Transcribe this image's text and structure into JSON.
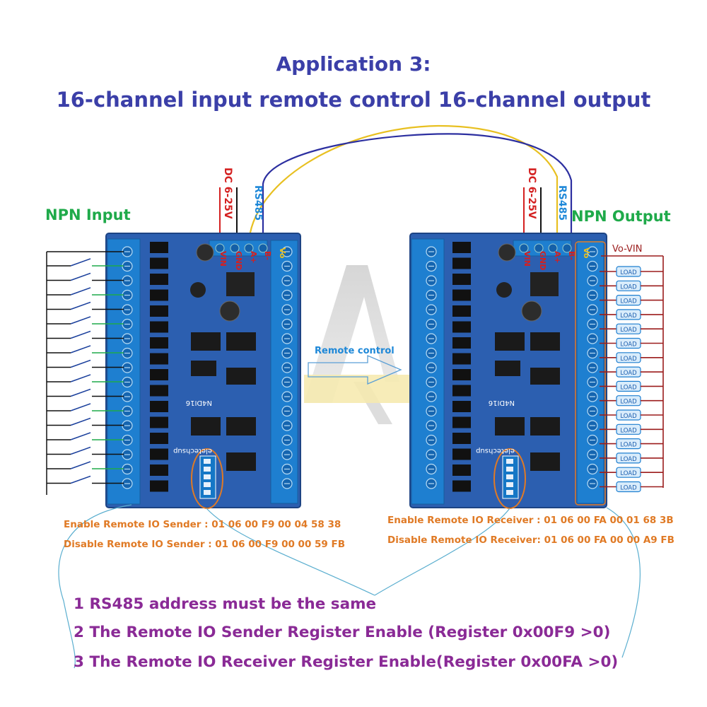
{
  "title": {
    "line1": "Application 3:",
    "line2": "16-channel input remote control 16-channel output"
  },
  "labels": {
    "npn_input": "NPN Input",
    "npn_output": "NPN Output",
    "remote_control": "Remote control",
    "dc_supply": "DC 6-25V",
    "rs485": "RS485",
    "vin": "VIN",
    "gnd": "GND",
    "a_plus": "A+",
    "b_minus": "B-",
    "vo": "Vo",
    "vo_vin": "Vo-VIN",
    "load": "LOAD",
    "board_model": "N4DI16",
    "brand": "eletechsup"
  },
  "sender_cmds": {
    "enable": "Enable Remote IO Sender  : 01 06 00 F9 00 04 58 38",
    "disable": "Disable Remote IO Sender : 01 06 00 F9 00 00 59 FB"
  },
  "receiver_cmds": {
    "enable": "Enable Remote IO Receiver : 01 06 00 FA 00 01 68 3B",
    "disable": "Disable Remote IO Receiver: 01 06 00 FA 00 00 A9 FB"
  },
  "notes": {
    "n1": "1 RS485 address must be the same",
    "n2": "2 The Remote IO Sender Register Enable   (Register 0x00F9 >0)",
    "n3": "3 The Remote IO Receiver Register Enable(Register 0x00FA >0)"
  },
  "colors": {
    "title": "#3b3fa8",
    "green": "#1faa4a",
    "orange": "#e07a25",
    "purple": "#8a2a96",
    "pcb": "#2c5fb0",
    "terminal": "#1e7fd0",
    "load_wire": "#9b1c1c",
    "rs485_a": "#e8c021",
    "rs485_b": "#2c2fa0",
    "power_red": "#d42020"
  },
  "channels": 16
}
